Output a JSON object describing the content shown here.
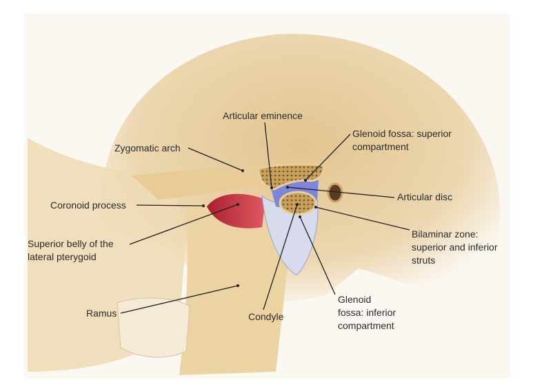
{
  "labels": {
    "articular_eminence": "Articular eminence",
    "glenoid_superior_1": "Glenoid fossa: superior",
    "glenoid_superior_2": "compartment",
    "zygomatic_arch": "Zygomatic arch",
    "articular_disc": "Articular disc",
    "coronoid_process": "Coronoid process",
    "pterygoid_1": "Superior belly of the",
    "pterygoid_2": "lateral pterygoid",
    "bilaminar_1": "Bilaminar zone:",
    "bilaminar_2": "superior and inferior",
    "bilaminar_3": "struts",
    "ramus": "Ramus",
    "condyle": "Condyle",
    "glenoid_inferior_1": "Glenoid",
    "glenoid_inferior_2": "fossa: inferior",
    "glenoid_inferior_3": "compartment"
  },
  "colors": {
    "bone": "#e9cf9d",
    "bone_dark": "#c9a46a",
    "muscle": "#c8323f",
    "disc": "#7d86d8",
    "capsule": "#d8dbec",
    "leader": "#1e1e1e"
  }
}
